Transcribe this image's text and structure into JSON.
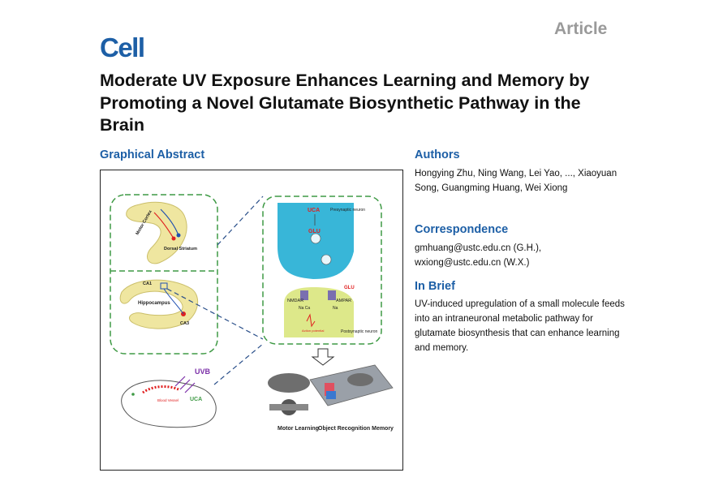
{
  "header": {
    "journal_logo": "Cell",
    "article_type": "Article"
  },
  "title": "Moderate UV Exposure Enhances Learning and Memory by Promoting a Novel Glutamate Biosynthetic Pathway in the Brain",
  "graphical_abstract": {
    "heading": "Graphical Abstract",
    "labels": {
      "motor_cortex": "Motor Cortex",
      "dorsal_striatum": "Dorsal Striatum",
      "ca1": "CA1",
      "hippocampus": "Hippocampus",
      "ca3": "CA3",
      "uca_top": "UCA",
      "presynaptic": "Presynaptic neuron",
      "glu": "GLU",
      "glu_release": "GLU",
      "nmdar": "NMDAR",
      "ampar": "AMPAR",
      "na_ca": "Na Ca",
      "na": "Na",
      "postsynaptic": "Postsynaptic neuron",
      "action_potential": "Action potential",
      "uvb": "UVB",
      "blood_vessel": "Blood Vessel",
      "uca_skin": "UCA",
      "motor_learning": "Motor Learning",
      "object_recognition": "Object Recognition Memory"
    }
  },
  "authors": {
    "heading": "Authors",
    "text": "Hongying Zhu, Ning Wang, Lei Yao, ..., Xiaoyuan Song, Guangming Huang, Wei Xiong"
  },
  "correspondence": {
    "heading": "Correspondence",
    "emails": [
      "gmhuang@ustc.edu.cn (G.H.),",
      "wxiong@ustc.edu.cn (W.X.)"
    ]
  },
  "in_brief": {
    "heading": "In Brief",
    "text": "UV-induced upregulation of a small molecule feeds into an intraneuronal metabolic pathway for glutamate biosynthesis that can enhance learning and memory."
  },
  "colors": {
    "brand_blue": "#1d5fa6",
    "article_gray": "#9a9a9a",
    "dash_green": "#3f9a45",
    "brain_yellow": "#efe6a0",
    "neuron_cyan": "#38b6d8",
    "accent_red": "#e02020",
    "uvb_purple": "#7b2fa8"
  }
}
